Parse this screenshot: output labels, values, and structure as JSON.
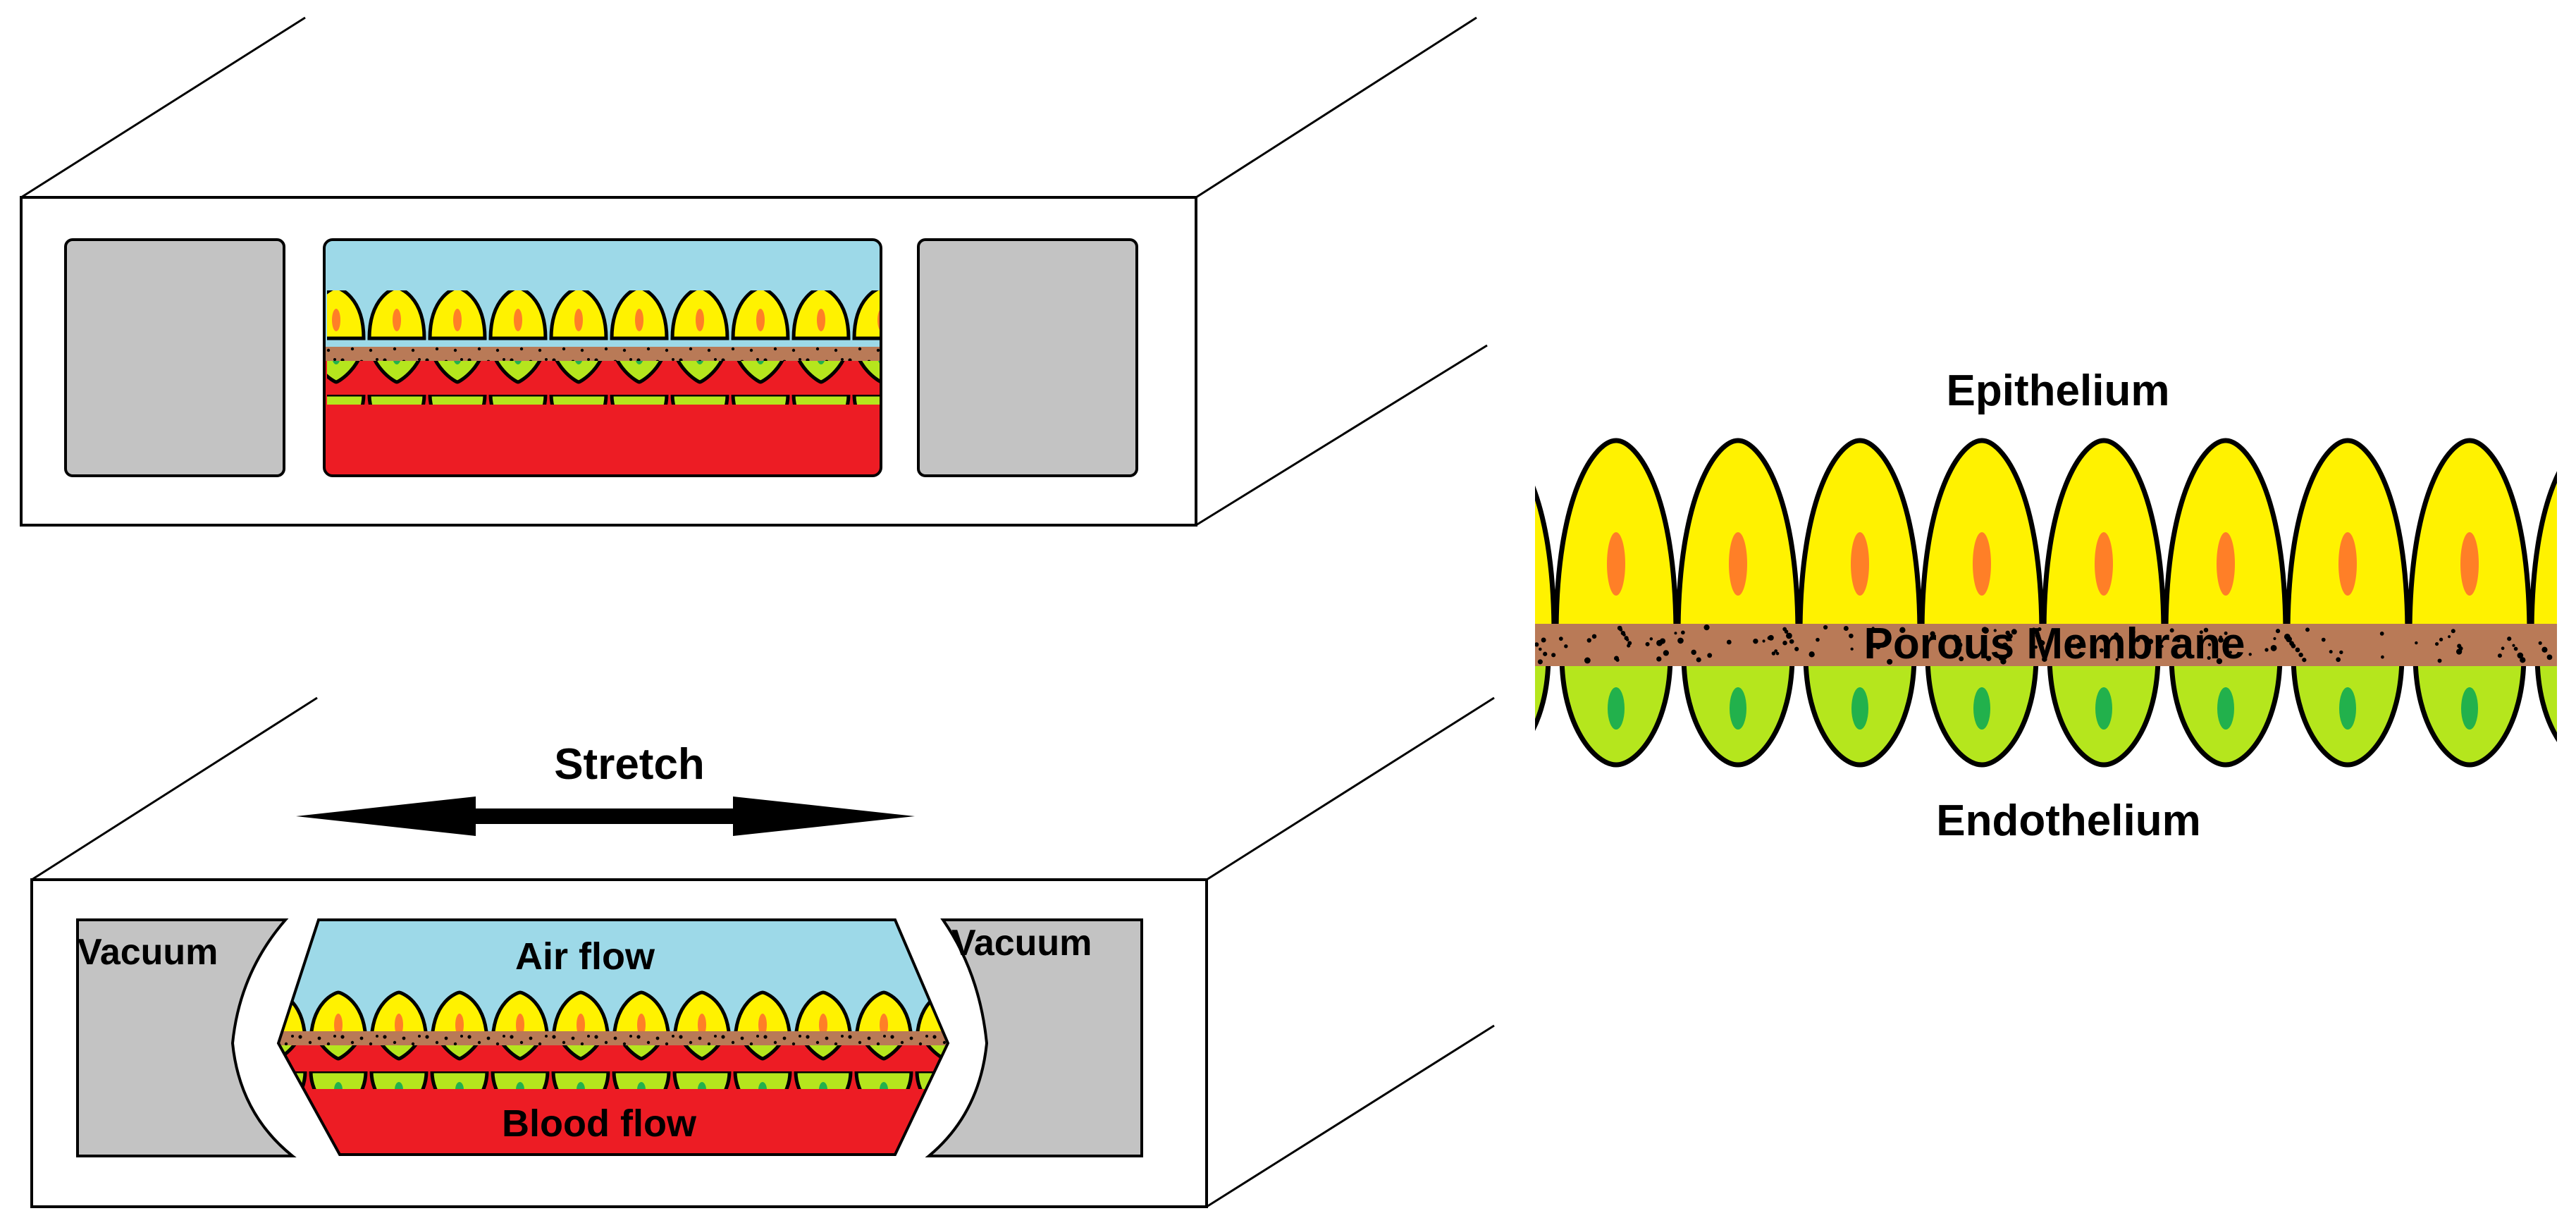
{
  "labels": {
    "stretch": "Stretch",
    "vacuum_left": "Vacuum",
    "vacuum_right": "Vacuum",
    "air_flow": "Air flow",
    "blood_flow": "Blood flow",
    "epithelium": "Epithelium",
    "porous_membrane": "Porous Membrane",
    "endothelium": "Endothelium"
  },
  "colors": {
    "air": "#9dd9e8",
    "blood": "#ed1c24",
    "epithelial_cell": "#fff200",
    "epithelial_nucleus": "#ff7f27",
    "endothelial_cell": "#b5e61d",
    "endothelial_nucleus": "#22b14c",
    "membrane": "#b97a57",
    "vacuum_chamber": "#c3c3c3"
  }
}
